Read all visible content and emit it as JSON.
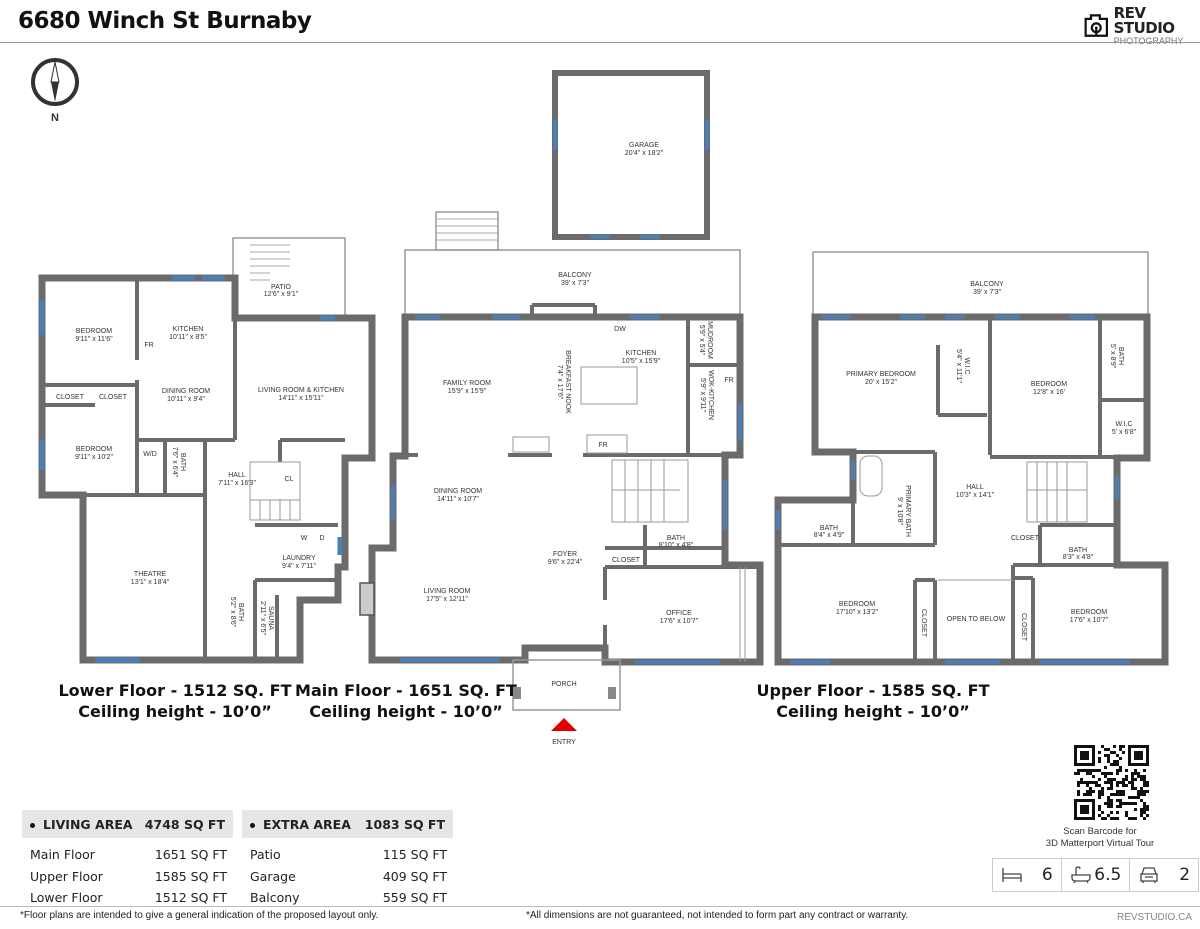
{
  "header": {
    "title": "6680 Winch St Burnaby",
    "logo_main": "REV STUDIO",
    "logo_sub": "PHOTOGRAPHY"
  },
  "compass": {
    "label": "N"
  },
  "floors": {
    "lower": {
      "title": "Lower Floor - 1512 SQ. FT",
      "ceiling": "Ceiling height - 10’0”",
      "rooms": [
        {
          "name": "BEDROOM",
          "dims": "9'11\" x 11'6\""
        },
        {
          "name": "KITCHEN",
          "dims": "10'11\" x 8'5\""
        },
        {
          "name": "FR"
        },
        {
          "name": "CLOSET"
        },
        {
          "name": "CLOSET"
        },
        {
          "name": "DINING ROOM",
          "dims": "10'11\" x 9'4\""
        },
        {
          "name": "LIVING ROOM & KITCHEN",
          "dims": "14'11\" x 15'11\""
        },
        {
          "name": "BEDROOM",
          "dims": "9'11\" x 10'2\""
        },
        {
          "name": "W/D"
        },
        {
          "name": "BATH",
          "dims": "7'6\" x 6'4\""
        },
        {
          "name": "HALL",
          "dims": "7'11\" x 16'3\""
        },
        {
          "name": "CL"
        },
        {
          "name": "PATIO",
          "dims": "12'6\" x 9'1\""
        },
        {
          "name": "THEATRE",
          "dims": "13'1\" x 18'4\""
        },
        {
          "name": "LAUNDRY",
          "dims": "9'4\" x 7'11\""
        },
        {
          "name": "W"
        },
        {
          "name": "D"
        },
        {
          "name": "BATH",
          "dims": "5'2\" x 8'6\""
        },
        {
          "name": "SAUNA",
          "dims": "2'11\" x 6'5\""
        }
      ]
    },
    "main": {
      "title": "Main Floor - 1651 SQ. FT",
      "ceiling": "Ceiling height - 10’0”",
      "rooms": [
        {
          "name": "GARAGE",
          "dims": "20'4\" x 18'2\""
        },
        {
          "name": "BALCONY",
          "dims": "39' x 7'3\""
        },
        {
          "name": "FAMILY ROOM",
          "dims": "15'9\" x 15'9\""
        },
        {
          "name": "BREAKFAST NOOK",
          "dims": "7'4\" x 17'6\""
        },
        {
          "name": "KITCHEN",
          "dims": "10'5\" x 15'9\""
        },
        {
          "name": "DW"
        },
        {
          "name": "MUDROOM",
          "dims": "5'9\" x 5'4\""
        },
        {
          "name": "WOK-KITCHEN",
          "dims": "5'9\" x 9'11\""
        },
        {
          "name": "FR"
        },
        {
          "name": "FR"
        },
        {
          "name": "DINING ROOM",
          "dims": "14'11\" x 10'7\""
        },
        {
          "name": "FOYER",
          "dims": "9'6\" x 22'4\""
        },
        {
          "name": "BATH",
          "dims": "8'10\" x 4'8\""
        },
        {
          "name": "CLOSET"
        },
        {
          "name": "LIVING ROOM",
          "dims": "17'5\" x 12'11\""
        },
        {
          "name": "OFFICE",
          "dims": "17'6\" x 10'7\""
        },
        {
          "name": "PORCH"
        },
        {
          "name": "ENTRY"
        }
      ]
    },
    "upper": {
      "title": "Upper Floor - 1585 SQ. FT",
      "ceiling": "Ceiling height - 10’0”",
      "rooms": [
        {
          "name": "BALCONY",
          "dims": "39' x 7'3\""
        },
        {
          "name": "PRIMARY BEDROOM",
          "dims": "20' x 15'2\""
        },
        {
          "name": "W.I.C",
          "dims": "5'4\" x 11'1\""
        },
        {
          "name": "BEDROOM",
          "dims": "12'8\" x 16'"
        },
        {
          "name": "BATH",
          "dims": "5' x 8'9\""
        },
        {
          "name": "W.I.C",
          "dims": "5' x 6'8\""
        },
        {
          "name": "PRIMARY BATH",
          "dims": "9' x 10'8\""
        },
        {
          "name": "HALL",
          "dims": "10'3\" x 14'1\""
        },
        {
          "name": "BATH",
          "dims": "8'4\" x 4'9\""
        },
        {
          "name": "CLOSET"
        },
        {
          "name": "BATH",
          "dims": "8'3\" x 4'8\""
        },
        {
          "name": "BEDROOM",
          "dims": "17'10\" x 13'2\""
        },
        {
          "name": "CLOSET"
        },
        {
          "name": "OPEN TO BELOW"
        },
        {
          "name": "BEDROOM",
          "dims": "17'6\" x 10'7\""
        },
        {
          "name": "CLOSET"
        }
      ]
    }
  },
  "living_area": {
    "label": "LIVING AREA",
    "total": "4748 SQ FT",
    "rows": [
      {
        "label": "Main Floor",
        "value": "1651 SQ FT"
      },
      {
        "label": "Upper Floor",
        "value": "1585 SQ FT"
      },
      {
        "label": "Lower Floor",
        "value": "1512 SQ FT"
      }
    ]
  },
  "extra_area": {
    "label": "EXTRA AREA",
    "total": "1083 SQ FT",
    "rows": [
      {
        "label": "Patio",
        "value": "115 SQ FT"
      },
      {
        "label": "Garage",
        "value": "409 SQ FT"
      },
      {
        "label": "Balcony",
        "value": "559 SQ FT"
      }
    ]
  },
  "qr": {
    "caption_1": "Scan Barcode for",
    "caption_2": "3D Matterport Virtual Tour"
  },
  "features": {
    "beds": "6",
    "baths": "6.5",
    "garage": "2"
  },
  "footer": {
    "left": "*Floor plans are intended to give a general indication of the proposed layout only.",
    "center": "*All dimensions are not guaranteed, not intended to form part any contract or warranty.",
    "site": "REVSTUDIO.CA"
  },
  "colors": {
    "wall": "#6b6b6b",
    "window": "#4a7fb5",
    "entry": "#e00000"
  }
}
